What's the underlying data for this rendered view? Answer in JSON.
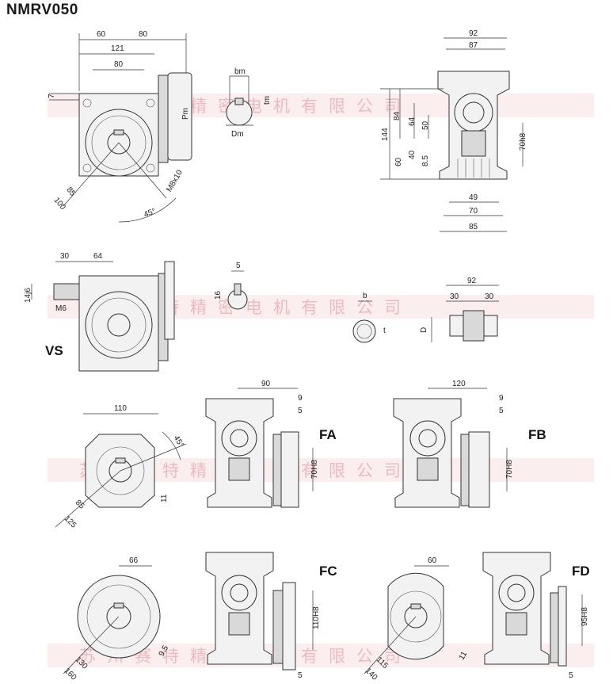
{
  "title": "NMRV050",
  "watermark": "苏州赛特精密电机有限公司",
  "views": {
    "main": {
      "dims": [
        "60",
        "80",
        "121",
        "80",
        "7",
        "Pm",
        "M8x10",
        "85",
        "100",
        "45°"
      ]
    },
    "key": {
      "dims": [
        "bm",
        "tm",
        "Dm"
      ]
    },
    "side": {
      "dims": [
        "92",
        "87",
        "84",
        "64",
        "50",
        "144",
        "60",
        "40",
        "8.5",
        "70h8",
        "49",
        "70",
        "85"
      ]
    },
    "vs": {
      "label": "VS",
      "dims": [
        "30",
        "64",
        "14j6",
        "M6",
        "5",
        "16"
      ]
    },
    "hollow": {
      "dims": [
        "b",
        "t",
        "D",
        "92",
        "30",
        "30"
      ]
    },
    "fa": {
      "label": "FA",
      "dims": [
        "110",
        "45°",
        "85",
        "125",
        "11",
        "90",
        "9",
        "5",
        "70H8"
      ]
    },
    "fb": {
      "label": "FB",
      "dims": [
        "120",
        "9",
        "5",
        "70H8"
      ]
    },
    "fc": {
      "label": "FC",
      "dims": [
        "66",
        "130",
        "160",
        "9.5",
        "110H8",
        "5"
      ]
    },
    "fd": {
      "label": "FD",
      "dims": [
        "60",
        "115",
        "140",
        "11",
        "95H8",
        "5"
      ]
    }
  }
}
